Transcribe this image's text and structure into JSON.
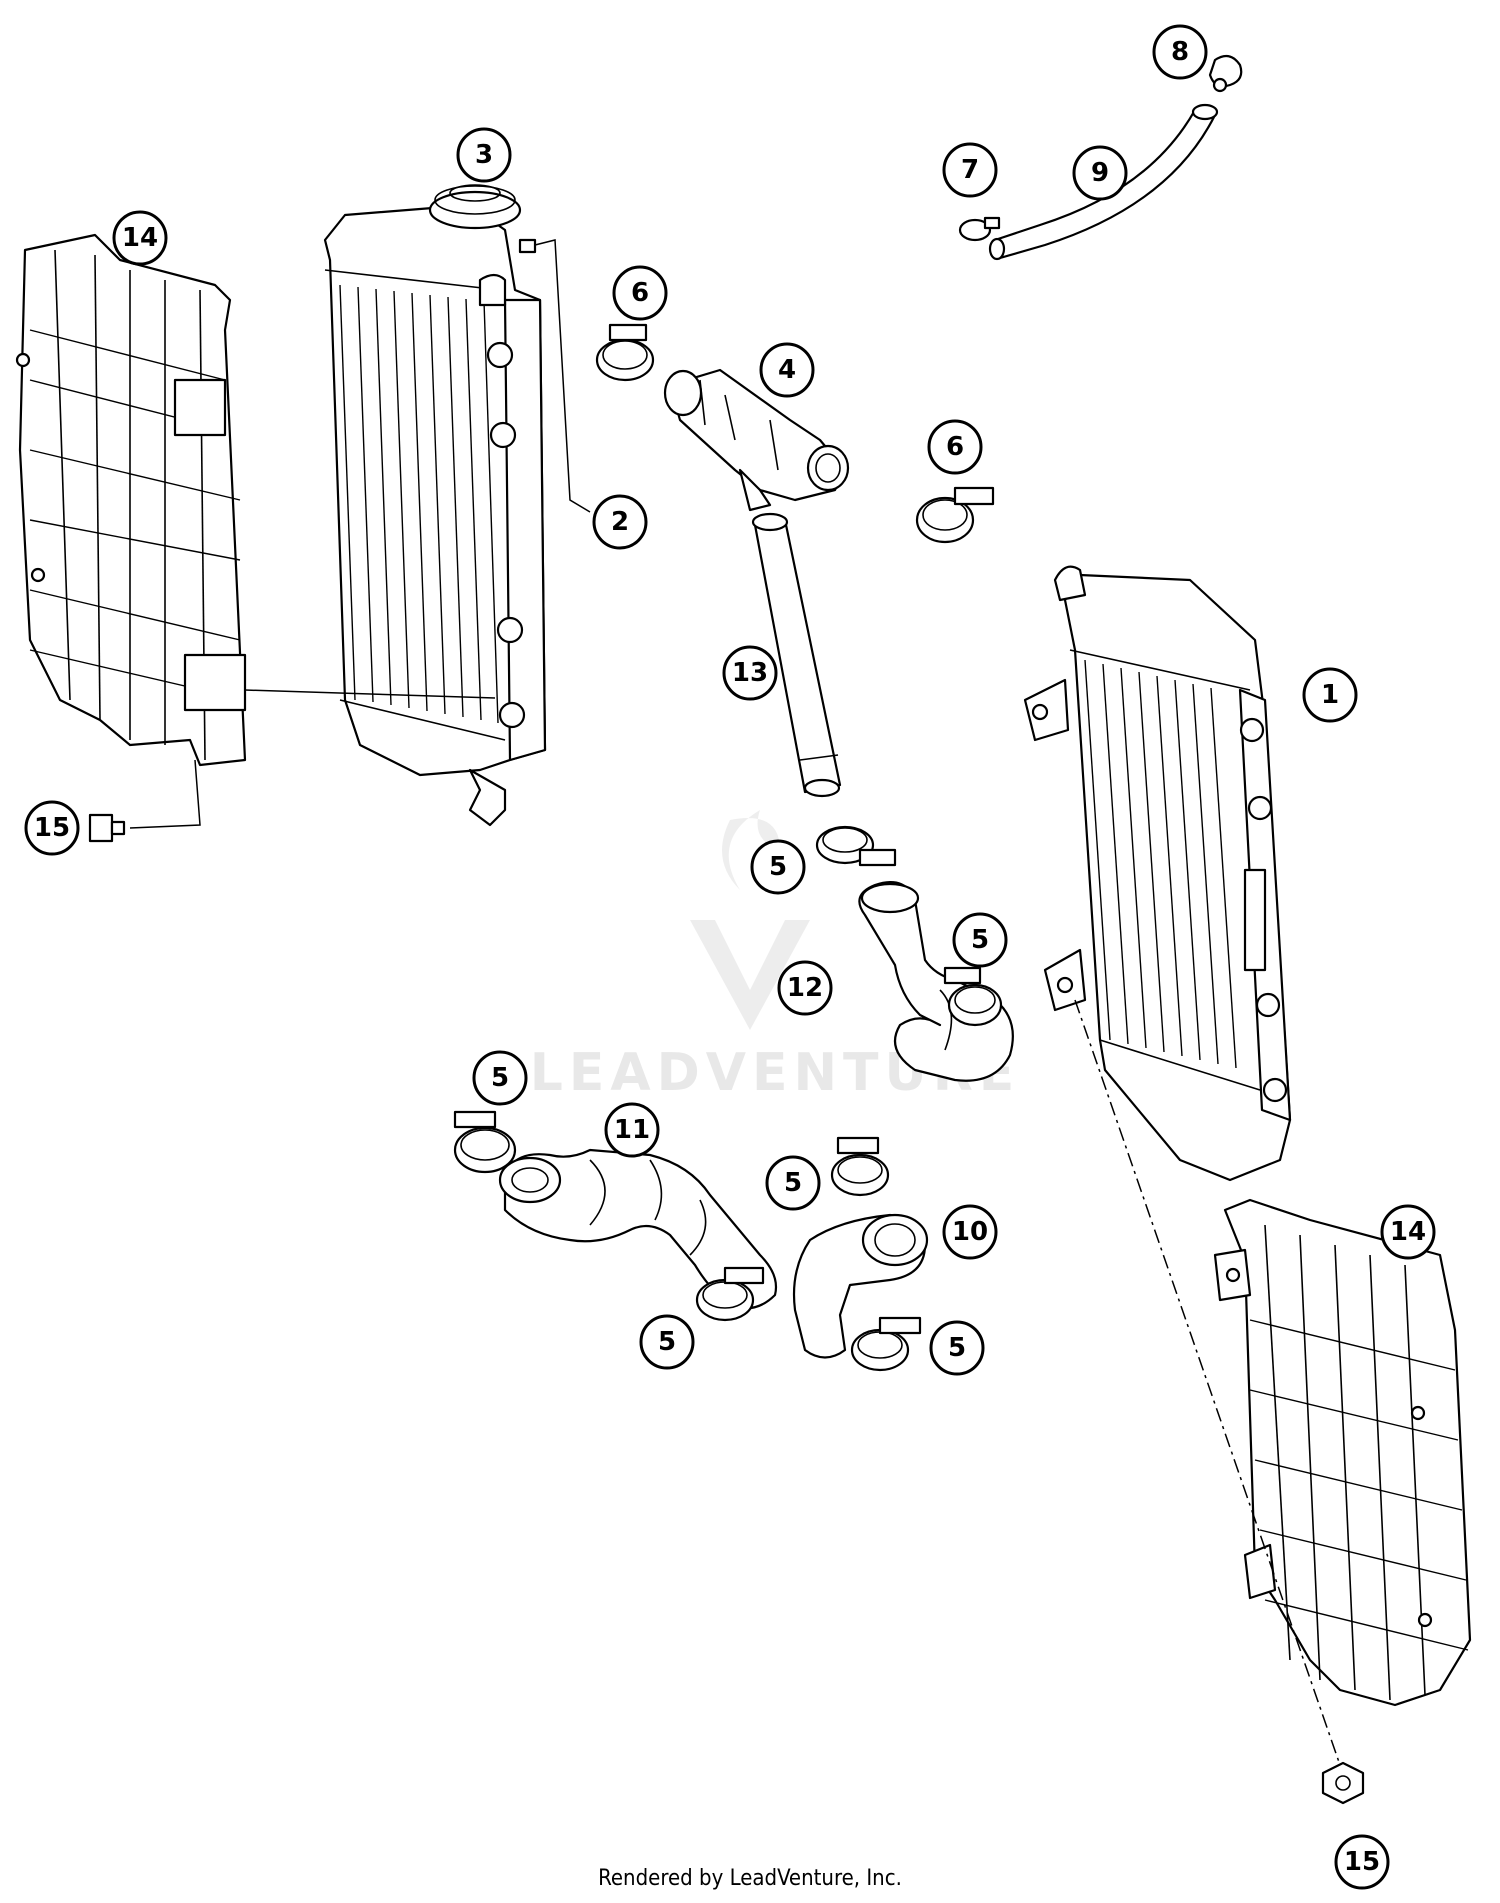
{
  "watermark": "LEADVENTURE",
  "footer": "Rendered by LeadVenture, Inc.",
  "callouts": [
    {
      "id": "c1",
      "label": "1"
    },
    {
      "id": "c2",
      "label": "2"
    },
    {
      "id": "c3",
      "label": "3"
    },
    {
      "id": "c4",
      "label": "4"
    },
    {
      "id": "c5a",
      "label": "5"
    },
    {
      "id": "c5b",
      "label": "5"
    },
    {
      "id": "c5c",
      "label": "5"
    },
    {
      "id": "c5d",
      "label": "5"
    },
    {
      "id": "c5e",
      "label": "5"
    },
    {
      "id": "c5f",
      "label": "5"
    },
    {
      "id": "c6a",
      "label": "6"
    },
    {
      "id": "c6b",
      "label": "6"
    },
    {
      "id": "c7",
      "label": "7"
    },
    {
      "id": "c8",
      "label": "8"
    },
    {
      "id": "c9",
      "label": "9"
    },
    {
      "id": "c10",
      "label": "10"
    },
    {
      "id": "c11",
      "label": "11"
    },
    {
      "id": "c12",
      "label": "12"
    },
    {
      "id": "c13",
      "label": "13"
    },
    {
      "id": "c14a",
      "label": "14"
    },
    {
      "id": "c14b",
      "label": "14"
    },
    {
      "id": "c15a",
      "label": "15"
    },
    {
      "id": "c15b",
      "label": "15"
    }
  ]
}
